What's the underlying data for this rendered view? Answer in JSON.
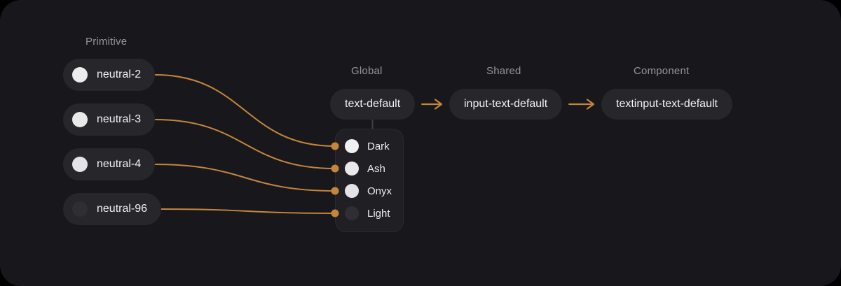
{
  "colors": {
    "accent": "#c5863c",
    "connector": "#3f3f45",
    "panel": "#18181c"
  },
  "primitive": {
    "label": "Primitive",
    "items": [
      {
        "label": "neutral-2",
        "swatch": "#ededee"
      },
      {
        "label": "neutral-3",
        "swatch": "#e9e9ea"
      },
      {
        "label": "neutral-4",
        "swatch": "#e4e4e6"
      },
      {
        "label": "neutral-96",
        "swatch": "#2e2e34"
      }
    ]
  },
  "global": {
    "label": "Global",
    "token": "text-default",
    "themes": [
      {
        "label": "Dark",
        "swatch": "#f1f1f2"
      },
      {
        "label": "Ash",
        "swatch": "#e9e9eb"
      },
      {
        "label": "Onyx",
        "swatch": "#e3e3e6"
      },
      {
        "label": "Light",
        "swatch": "#2e2e34"
      }
    ]
  },
  "shared": {
    "label": "Shared",
    "token": "input-text-default"
  },
  "component": {
    "label": "Component",
    "token": "textinput-text-default"
  },
  "connections": [
    {
      "from": 0,
      "to": 0
    },
    {
      "from": 1,
      "to": 1
    },
    {
      "from": 2,
      "to": 2
    },
    {
      "from": 3,
      "to": 3
    }
  ]
}
